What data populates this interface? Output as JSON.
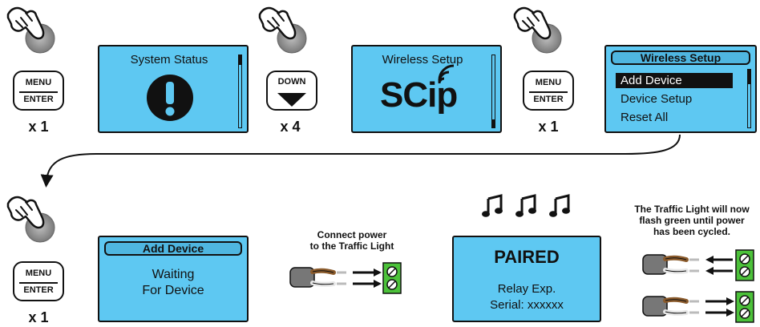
{
  "step1": {
    "button": {
      "top_label": "MENU",
      "bottom_label": "ENTER"
    },
    "count": "x 1",
    "screen": {
      "title": "System Status",
      "icon": "exclamation-icon"
    }
  },
  "step2": {
    "button": {
      "label": "DOWN"
    },
    "count": "x 4",
    "screen": {
      "title": "Wireless Setup",
      "logo_text": "SCip"
    }
  },
  "step3": {
    "button": {
      "top_label": "MENU",
      "bottom_label": "ENTER"
    },
    "count": "x 1",
    "screen": {
      "header": "Wireless Setup",
      "items": [
        "Add Device",
        "Device Setup",
        "Reset All"
      ],
      "selected_index": 0
    }
  },
  "step4": {
    "button": {
      "top_label": "MENU",
      "bottom_label": "ENTER"
    },
    "count": "x 1",
    "screen": {
      "header": "Add Device",
      "line1": "Waiting",
      "line2": "For Device"
    }
  },
  "connect_caption": {
    "line1": "Connect power",
    "line2": "to the Traffic Light"
  },
  "paired_screen": {
    "title": "PAIRED",
    "line1": "Relay Exp.",
    "line2": "Serial: xxxxxx"
  },
  "music_icons": [
    "music-note-icon",
    "music-note-icon",
    "music-note-icon"
  ],
  "flash_caption": {
    "line1": "The Traffic Light will now",
    "line2": "flash green until power",
    "line3": "has been cycled."
  },
  "colors": {
    "lcd": "#5ec8f2",
    "terminal": "#4cc23a",
    "wire_brown": "#8a5a2b"
  }
}
